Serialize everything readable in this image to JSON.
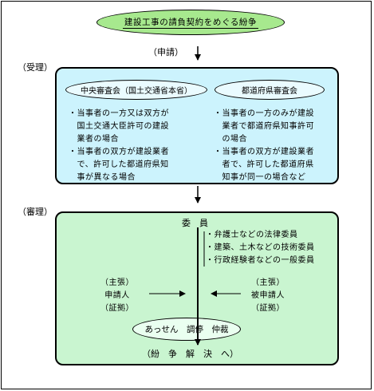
{
  "title": "建設工事の請負契約をめぐる紛争",
  "step_apply": "（申請）",
  "section_accept": "（受理）",
  "section_review": "（審理）",
  "central": {
    "label": "中央審査会（国土交通省本省）",
    "bullets": [
      [
        "・当事者の一方又は双方が",
        "　国土交通大臣許可の建設",
        "　業者の場合"
      ],
      [
        "・当事者の双方が建設業者",
        "　で、許可した都道府県知",
        "　事が異なる場合"
      ]
    ]
  },
  "prefecture": {
    "label": "都道府県審査会",
    "bullets": [
      [
        "・当事者の一方のみが建設",
        "　業者で都道府県知事許可",
        "　の場合"
      ],
      [
        "・当事者の双方が建設業者",
        "　者で、許可した都道府県",
        "　知事が同一の場合など"
      ]
    ]
  },
  "committee": {
    "title": "委　員",
    "members": [
      "・弁護士などの法律委員",
      "・建築、土木などの技術委員",
      "・行政経験者などの一般委員"
    ]
  },
  "applicant": [
    "（主張）",
    "申請人",
    "（証拠）"
  ],
  "respondent": [
    "（主張）",
    "被申請人",
    "（証拠）"
  ],
  "resolution_methods": "あっせん　調停　仲裁",
  "final": "（紛　争　解　決　へ）"
}
